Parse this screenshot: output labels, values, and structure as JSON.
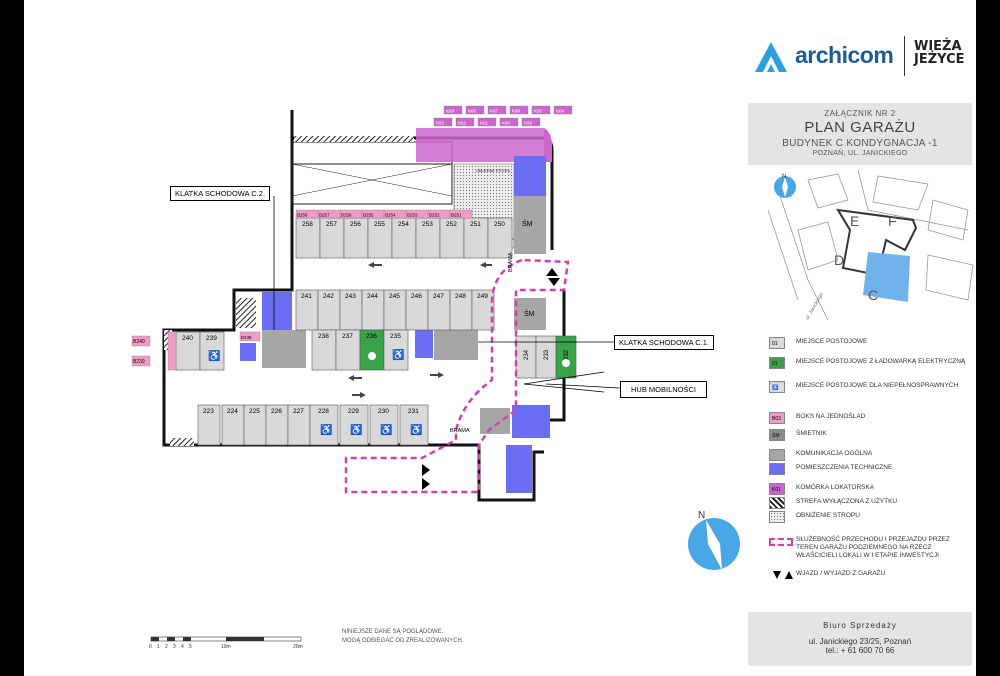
{
  "header": {
    "logo": "archicom",
    "partner_logo_line1": "WIEŻA",
    "partner_logo_line2": "JEŻYCE",
    "annex": "ZAŁĄCZNIK NR 2",
    "title": "PLAN GARAŻU",
    "subtitle": "BUDYNEK C  KONDYGNACJA -1",
    "address": "POZNAŃ, UL. JANICKIEGO"
  },
  "callouts": {
    "stair_c2": "KLATKA SCHODOWA C.2.",
    "stair_c1": "KLATKA SCHODOWA C.1.",
    "hub": "HUB MOBILNOŚCI",
    "gate_top": "BRAMA",
    "gate_bottom": "BRAMA",
    "trash_top": "ŚM",
    "trash_mid": "ŚM",
    "ceiling_lowering_1": "OBNIŻENIE STROPU",
    "ceiling_lowering_2": "OBNIŻENIE STROPU"
  },
  "spaces": {
    "row_top": [
      "258",
      "257",
      "256",
      "255",
      "254",
      "253",
      "252",
      "251",
      "250"
    ],
    "row_mid_upper": [
      "241",
      "242",
      "243",
      "244",
      "245",
      "246",
      "247",
      "248",
      "249"
    ],
    "row_mid_left": [
      "240",
      "239"
    ],
    "row_mid_lower": [
      "238",
      "237",
      "236",
      "235"
    ],
    "row_right": [
      "234",
      "233",
      "232"
    ],
    "row_bottom": [
      "223",
      "224",
      "225",
      "226",
      "227",
      "228",
      "229",
      "230",
      "231"
    ]
  },
  "bike_boxes": {
    "row": [
      "B258",
      "B257",
      "B256",
      "B255",
      "B254",
      "B253",
      "B252",
      "B251"
    ],
    "left": [
      "B240",
      "B239"
    ],
    "middle": "B238"
  },
  "storage_units": {
    "top_row": [
      "K69",
      "K68",
      "K67",
      "K66",
      "K65",
      "K64"
    ],
    "second_row": [
      "K63",
      "K62",
      "K61",
      "K60",
      "K59"
    ]
  },
  "legend": [
    {
      "swatch_text": "01",
      "label": "MIEJSCE POSTOJOWE",
      "color": "#d9d9d9"
    },
    {
      "swatch_text": "01",
      "label": "MIEJSCE POSTOJOWE Z ŁADOWARKĄ ELEKTRYCZNĄ",
      "color": "#3aa34a"
    },
    {
      "swatch_text": "♿",
      "label": "MIEJSCE POSTOJOWE DLA NIEPEŁNOSPRAWNYCH",
      "color": "#d9d9d9"
    },
    {
      "swatch_text": "B03",
      "label": "BOKS NA JEDNOŚLAD",
      "color": "#f19cc4"
    },
    {
      "swatch_text": "ŚM",
      "label": "ŚMIETNIK",
      "color": "#8c8c8c"
    },
    {
      "swatch_text": "",
      "label": "KOMUNIKACJA OGÓLNA",
      "color": "#a6a6a6"
    },
    {
      "swatch_text": "",
      "label": "POMIESZCZENIA TECHNICZNE",
      "color": "#6b6ef2"
    },
    {
      "swatch_text": "K01",
      "label": "KOMÓRKA LOKATORSKA",
      "color": "#cc66cc"
    },
    {
      "swatch_text": "",
      "label": "STREFA WYŁĄCZONA Z UŻYTKU",
      "color": "hatch"
    },
    {
      "swatch_text": "",
      "label": "OBNIŻENIE STROPU",
      "color": "dots"
    },
    {
      "swatch_text": "",
      "label": "SŁUŻEBNOŚĆ PRZECHODU I PRZEJAZDU PRZEZ TEREN GARAŻU PODZIEMNEGO NA RZECZ WŁAŚCICIELI LOKALI W I ETAPIE INWESTYCJI",
      "color": "dashed"
    },
    {
      "swatch_text": "",
      "label": "WJAZD / WYJAZD Z GARAŻU",
      "color": "arrows"
    }
  ],
  "scale": {
    "ticks": [
      "0",
      "1",
      "2",
      "3",
      "4",
      "5",
      "10m",
      "20m"
    ]
  },
  "note": {
    "line1": "NINIEJSZE DANE SĄ POGLĄDOWE.",
    "line2": "MOGĄ ODBIEGAĆ OD ZREALIZOWANYCH."
  },
  "contact": {
    "office": "Biuro Sprzedaży",
    "address": "ul. Janickiego 23/25, Poznań",
    "phone": "tel.: + 61 600 70 66"
  },
  "site_map": {
    "labels": [
      "E",
      "F",
      "D",
      "C"
    ],
    "street": "ul. Janickiego"
  },
  "compass": "N",
  "colors": {
    "parking": "#d9d9d9",
    "technical": "#6b6ef2",
    "storage": "#cc66cc",
    "bike": "#f19cc4",
    "ev": "#3aa34a",
    "easement": "#d63fa8"
  }
}
